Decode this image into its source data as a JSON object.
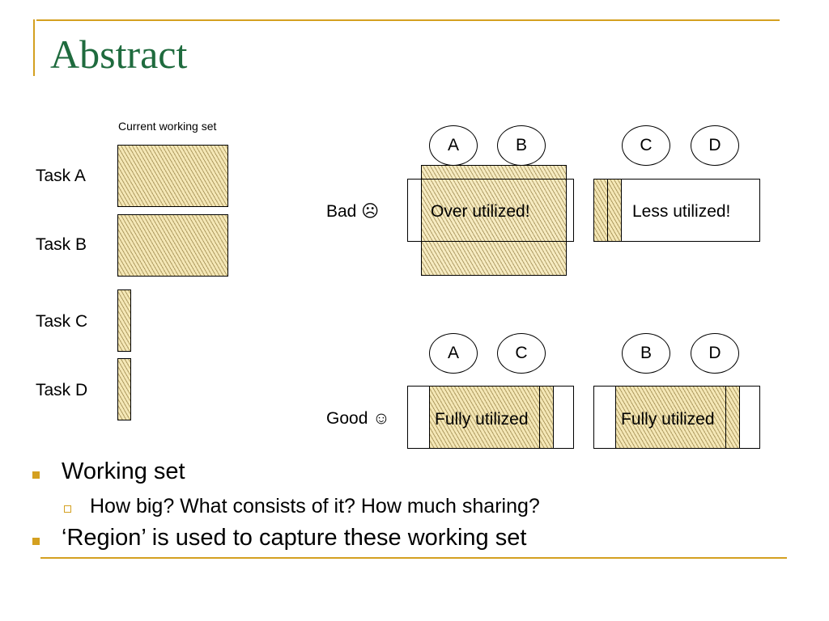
{
  "slide": {
    "title": "Abstract",
    "accent_color": "#d4a020",
    "title_color": "#1f6b3e",
    "fill_color": "#f4e7b6"
  },
  "left_panel": {
    "header": "Current working set",
    "tasks": [
      {
        "label": "Task A"
      },
      {
        "label": "Task B"
      },
      {
        "label": "Task C"
      },
      {
        "label": "Task D"
      }
    ]
  },
  "bad": {
    "label": "Bad ☹",
    "pair1": {
      "nodes": [
        "A",
        "B"
      ],
      "caption": "Over utilized!"
    },
    "pair2": {
      "nodes": [
        "C",
        "D"
      ],
      "caption": "Less utilized!"
    }
  },
  "good": {
    "label": "Good ☺",
    "pair1": {
      "nodes": [
        "A",
        "C"
      ],
      "caption": "Fully utilized"
    },
    "pair2": {
      "nodes": [
        "B",
        "D"
      ],
      "caption": "Fully utilized"
    }
  },
  "bullets": [
    {
      "text": "Working set",
      "sub": [
        "How big? What consists of it? How much sharing?"
      ]
    },
    {
      "text": "‘Region’ is used to capture these working set"
    }
  ]
}
